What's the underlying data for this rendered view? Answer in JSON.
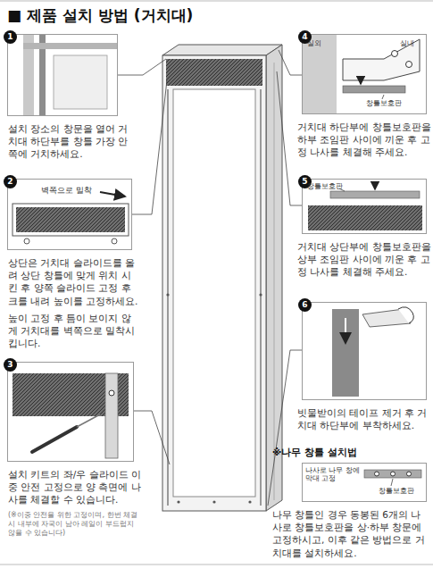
{
  "diagram": {
    "title": "■ 제품 설치 방법 (거치대)",
    "nodes": [
      {
        "text": [
          "1",
          "설치 장소의 창문을 열어 거치대 하단부를 창틀 가장 안쪽에 거치하세요."
        ]
      },
      {
        "text": [
          "2",
          "상단은 거치대 슬라이드를 올려 상단 창틀에 맞게 위치 시킨 후 양쪽 슬라이드 고정 후크를 내려 높이를 고정하세요.",
          "높이 고정 후 틈이 보이지 않게 거치대를 벽쪽으로 밀착시킵니다."
        ]
      },
      {
        "text": [
          "3",
          "설치 키트의 좌/우 슬라이드 이중 안전 고정으로 양 측면에 나사를 체결할 수 있습니다.",
          "(※이중 안전을 위한 고정이며, 한번 체결 시 내부에 자국이 남아 레일이 부드럽지 않을 수 있습니다)"
        ]
      },
      {
        "text": [
          "4",
          "거치대 하단부에 창틀보호판을 하부 조임판 사이에 끼운 후 고정 나사를 체결해 주세요."
        ]
      },
      {
        "text": [
          "5",
          "거치대 상단부에 창틀보호판을 상부 조임판 사이에 끼운 후 고정 나사를 체결해 주세요."
        ]
      },
      {
        "text": [
          "6",
          "빗물받이의 테이프 제거 후 거치대 하단부에 부착하세요."
        ]
      },
      {
        "text": [
          "※나무 창틀 설치법",
          "나무 창틀인 경우 동봉된 6개의 나사로 창틀보호판을 상·하부 창문에 고정하시고, 이후 같은 방법으로 거치대를 설치하세요."
        ]
      }
    ],
    "labels": [
      "벽쪽으로 밀착",
      "실외",
      "실내",
      "창틀보호판",
      "창틀보호판",
      "나사로 나무 창에 막대 고정",
      "창틀보호판"
    ]
  }
}
